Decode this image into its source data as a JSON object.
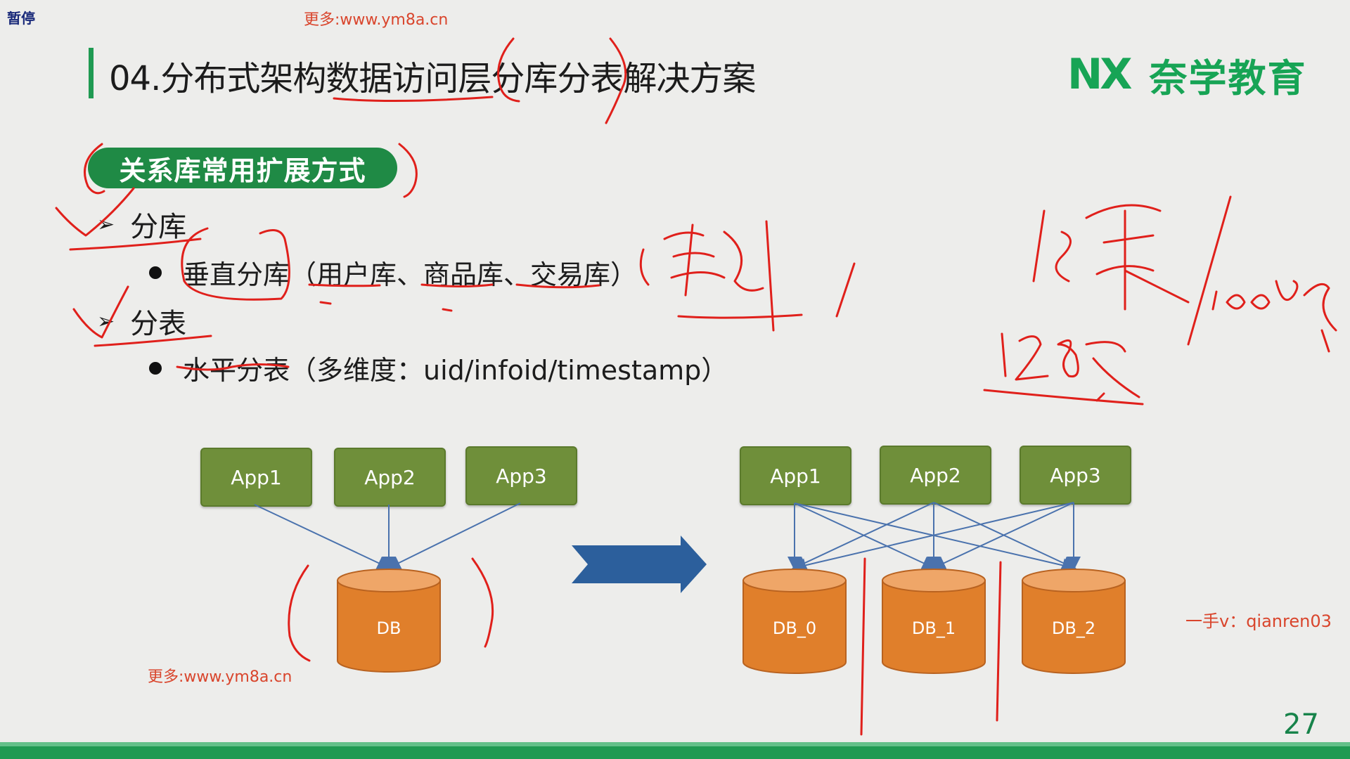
{
  "player": {
    "pause_label": "暂停"
  },
  "watermarks": {
    "top": "更多:www.ym8a.cn",
    "bottom": "更多:www.ym8a.cn"
  },
  "slide": {
    "title": "04.分布式架构数据访问层分库分表解决方案",
    "logo_mark": "NX",
    "logo_text": "奈学教育",
    "section_heading": "关系库常用扩展方式",
    "items": [
      {
        "label": "分库",
        "sub": {
          "prefix": "垂直分库",
          "detail": "（用户库、商品库、交易库）"
        }
      },
      {
        "label": "分表",
        "sub": {
          "prefix": "水平分表",
          "detail": "（多维度：uid/infoid/timestamp）"
        }
      }
    ],
    "diagram_left": {
      "apps": [
        "App1",
        "App2",
        "App3"
      ],
      "db": "DB"
    },
    "diagram_right": {
      "apps": [
        "App1",
        "App2",
        "App3"
      ],
      "dbs": [
        "DB_0",
        "DB_1",
        "DB_2"
      ]
    },
    "signature": "一手v：qianren03",
    "page_number": "27"
  },
  "colors": {
    "accent_green": "#1f9a52",
    "app_box": "#6f8f3a",
    "db_orange": "#e07f2b",
    "arrow_blue": "#2c5f9c",
    "annotation_red": "#e0201b"
  }
}
